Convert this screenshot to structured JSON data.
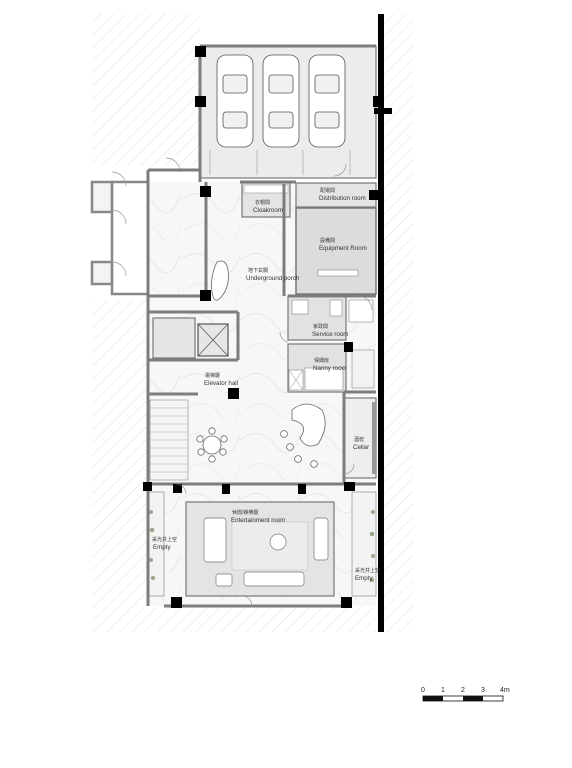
{
  "rooms": {
    "cloakroom": {
      "cn": "衣帽間",
      "en": "Cloakroom"
    },
    "distribution": {
      "cn": "配電間",
      "en": "Distribution room"
    },
    "equipment": {
      "cn": "設備間",
      "en": "Equipment Room"
    },
    "porch": {
      "cn": "地下玄關",
      "en": "Underground porch"
    },
    "service": {
      "cn": "家政間",
      "en": "Service room"
    },
    "nanny": {
      "cn": "保姆房",
      "en": "Nanny room"
    },
    "elevator_hall": {
      "cn": "電梯廳",
      "en": "Elevator hall"
    },
    "cellar": {
      "cn": "酒窖",
      "en": "Cellar"
    },
    "entertainment": {
      "cn": "休閒/娛樂廳",
      "en": "Entertainment room"
    },
    "empty_left": {
      "cn": "采光井上空",
      "en": "Empty"
    },
    "empty_right": {
      "cn": "采光井上空",
      "en": "Empty"
    }
  },
  "scale_bar": {
    "ticks": [
      "0",
      "1",
      "2",
      "3",
      "4m"
    ]
  },
  "colors": {
    "wall": "#7d7d7d",
    "column": "#000000",
    "hatch": "#d9d9d9",
    "garage": "#ececec",
    "service_rooms": "#e2e2e2",
    "floor": "#f7f7f7"
  }
}
